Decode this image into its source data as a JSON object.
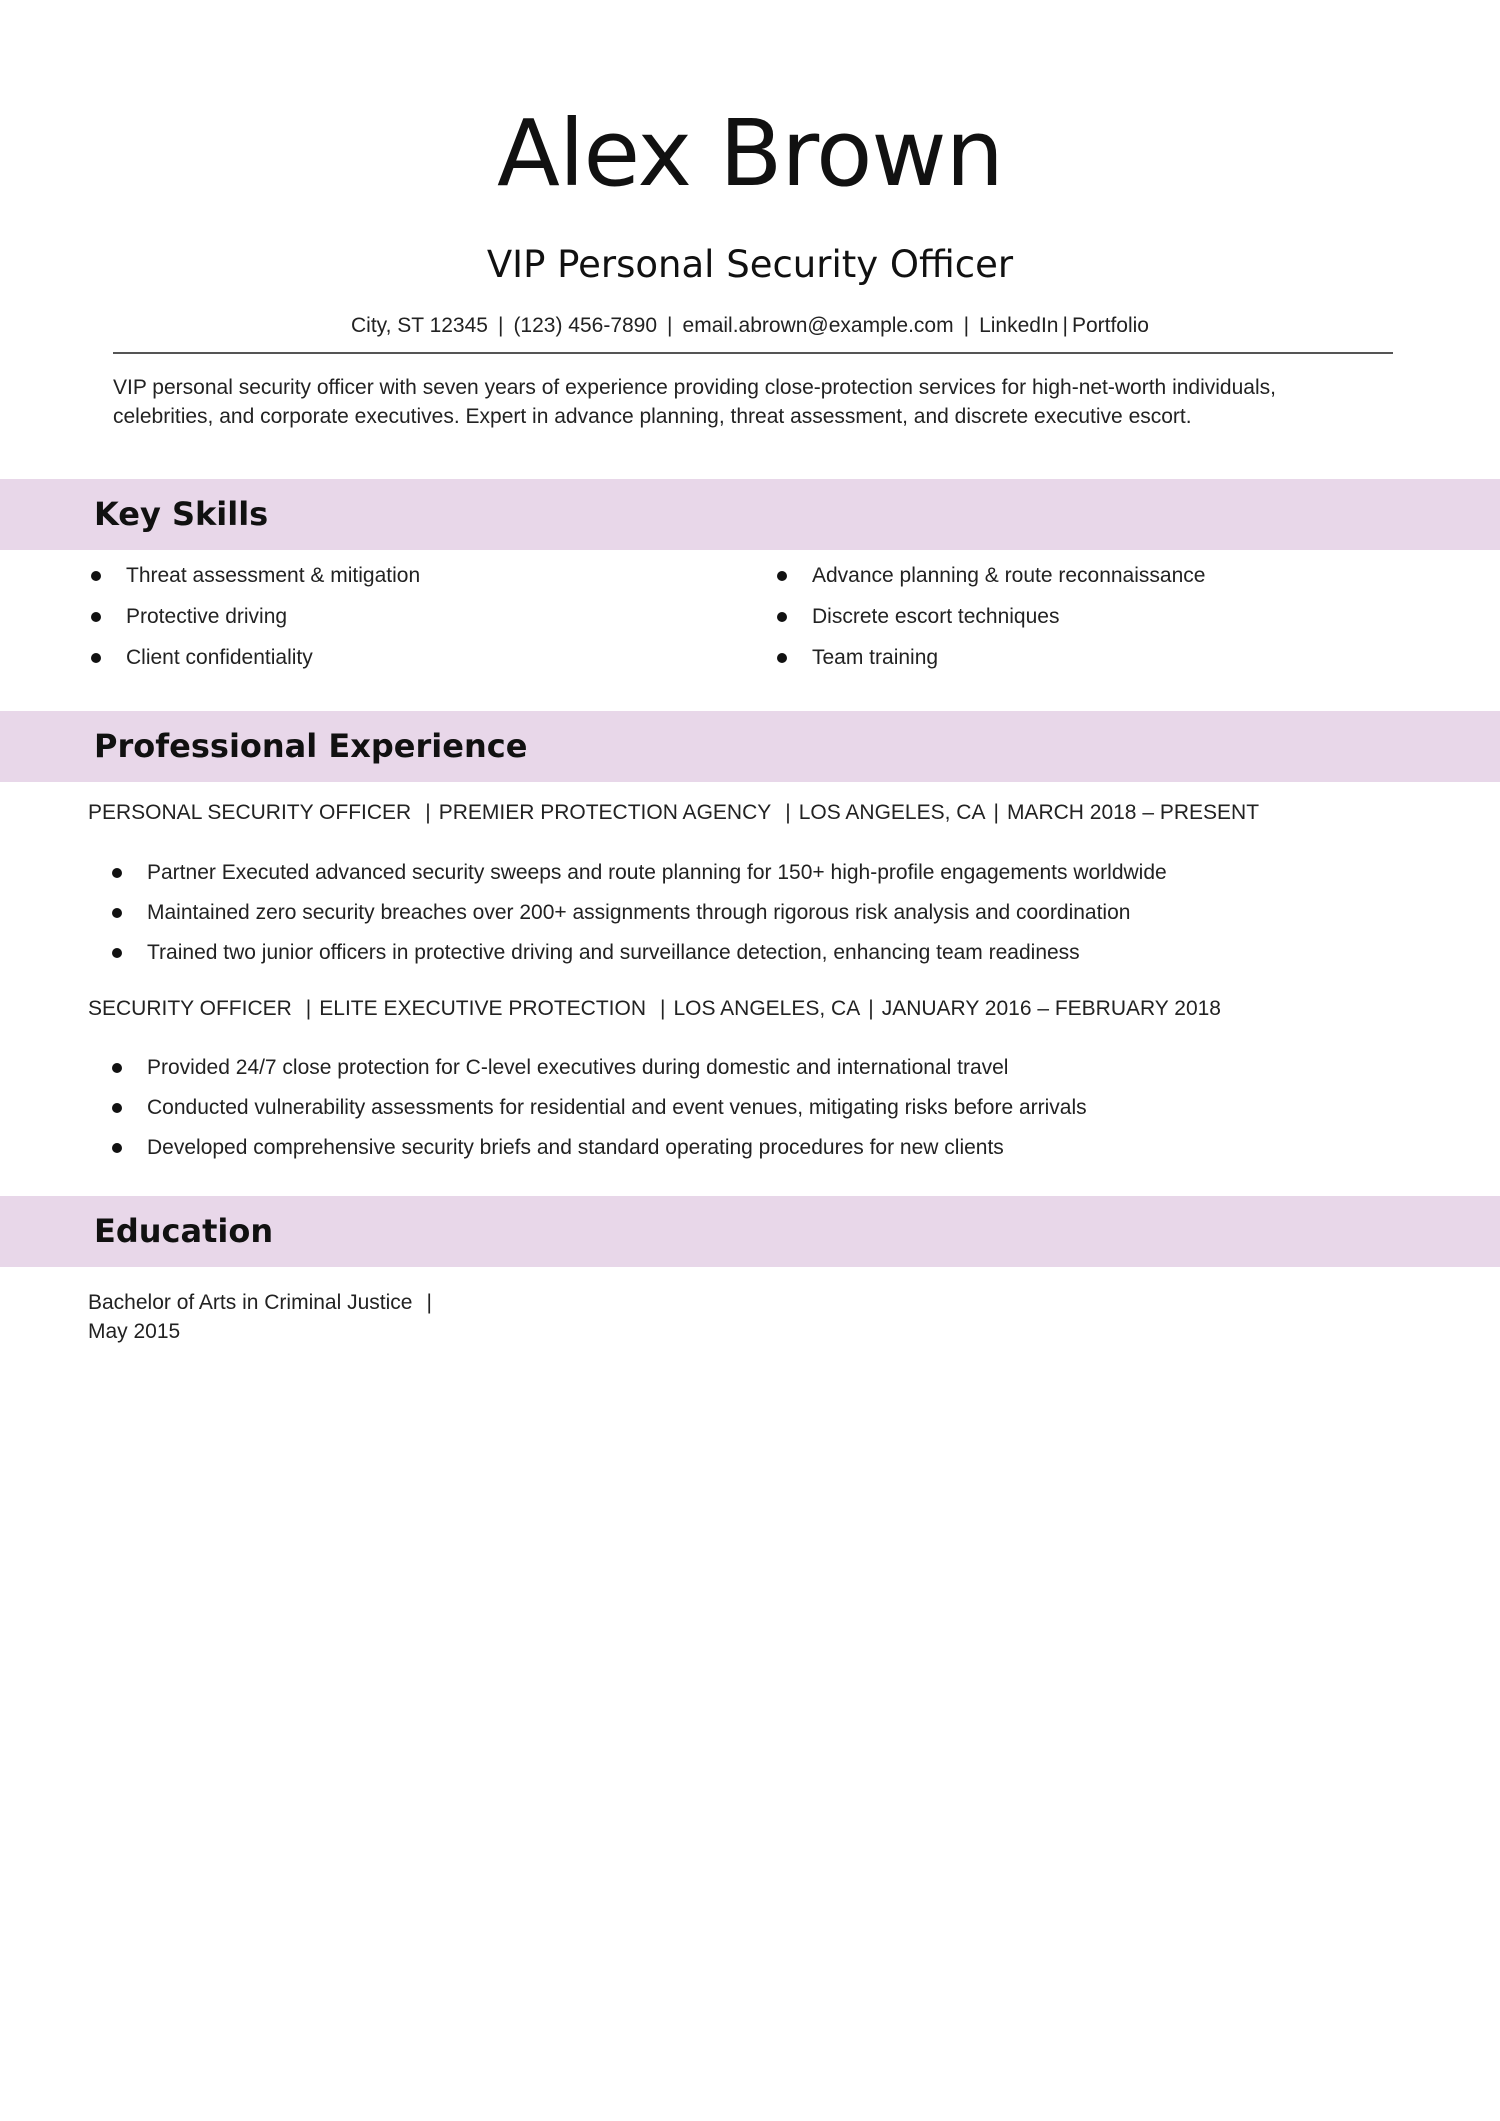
{
  "header": {
    "name": "Alex Brown",
    "title": "VIP Personal Security Officer",
    "contact": {
      "address": "City, ST 12345",
      "phone": "(123) 456-7890",
      "email": "email.abrown@example.com",
      "linkedin": "LinkedIn",
      "portfolio": "Portfolio",
      "separator": "|"
    }
  },
  "summary": "VIP personal security officer with seven years of experience providing close-protection services for high-net-worth individuals, celebrities, and corporate executives. Expert in advance planning, threat assessment, and discrete executive escort.",
  "sections": {
    "skills_heading": "Key Skills",
    "experience_heading": "Professional Experience",
    "education_heading": "Education"
  },
  "skills": {
    "left": [
      "Threat assessment & mitigation",
      "Protective driving",
      "Client confidentiality"
    ],
    "right": [
      "Advance planning & route reconnaissance",
      "Discrete escort techniques",
      "Team training"
    ]
  },
  "experience": [
    {
      "role": "PERSONAL SECURITY OFFICER",
      "company": "PREMIER PROTECTION AGENCY",
      "location": "LOS ANGELES, CA",
      "dates": "MARCH 2018 – PRESENT",
      "bullets": [
        "Partner Executed advanced security sweeps and route planning for 150+ high-profile engagements worldwide",
        "Maintained zero security breaches over 200+ assignments through rigorous risk analysis and coordination",
        "Trained two junior officers in protective driving and surveillance detection, enhancing team readiness"
      ]
    },
    {
      "role": "SECURITY OFFICER",
      "company": "ELITE EXECUTIVE PROTECTION",
      "location": "LOS ANGELES, CA",
      "dates": "JANUARY 2016 – FEBRUARY 2018",
      "bullets": [
        "Provided 24/7 close protection for C-level executives during domestic and international travel",
        "Conducted vulnerability assessments for residential and event venues, mitigating risks before arrivals",
        "Developed comprehensive security briefs and standard operating procedures for new clients"
      ]
    }
  ],
  "education": {
    "degree": "Bachelor of Arts in Criminal Justice",
    "separator": "|",
    "date": "May 2015"
  },
  "colors": {
    "section_band": "#e8d7e9",
    "rule": "#555555",
    "text": "#222222"
  }
}
